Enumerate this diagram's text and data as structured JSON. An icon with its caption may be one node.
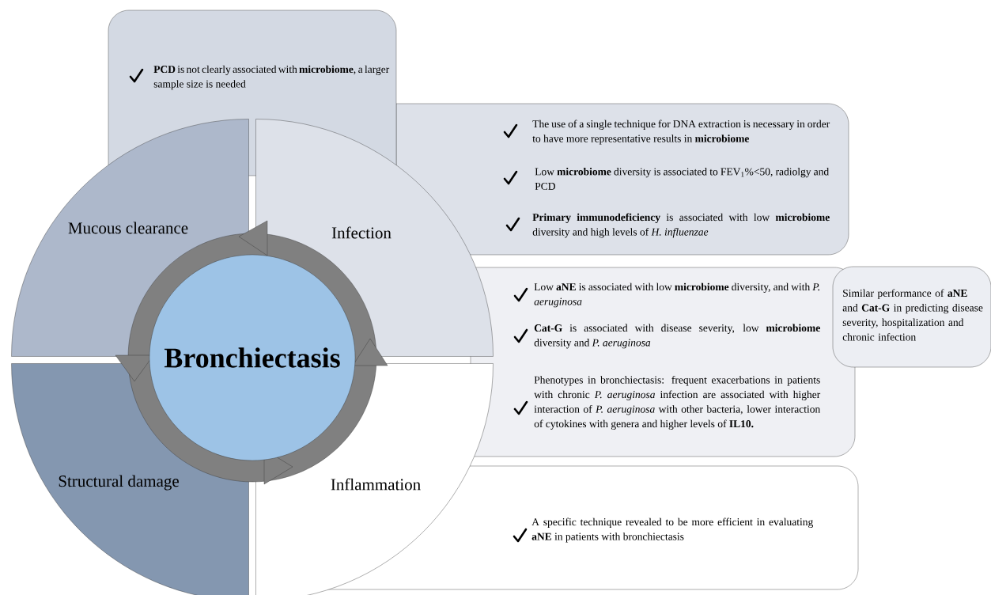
{
  "diagram": {
    "nodes": [
      {
        "text": [
          "**PCD** is not clearly associated with **microbiome**, a larger sample size is needed"
        ]
      },
      {
        "text": [
          "Mucous clearance"
        ]
      },
      {
        "text": [
          "Infection"
        ]
      },
      {
        "text": [
          "The use of a single technique for DNA extraction is necessary in order to have more representative results in **microbiome**",
          "Low **microbiome** diversity is associated to FEV$_{1}$%<50, radiolgy and PCD",
          "**Primary immunodeficiency** is associated with low **microbiome** diversity and high levels of *H. influenzae*"
        ]
      },
      {
        "text": [
          "Bronchiectasis"
        ]
      },
      {
        "text": [
          "Low **aNE** is associated with low **microbiome** diversity, and with *P. aeruginosa*",
          "**Cat-G** is associated with disease severity, low **microbiome** diversity and *P. aeruginosa*",
          "Phenotypes in bronchiectasis: frequent exacerbations in patients with chronic *P. aeruginosa* infection are associated with higher interaction of *P. aeruginosa* with other bacteria, lower interaction of cytokines with genera and higher levels of **IL10.**"
        ]
      },
      {
        "text": [
          "Similar performance of **aNE** and **Cat-G** in predicting disease severity, hospitalization and chronic infection"
        ]
      },
      {
        "text": [
          "Structural damage"
        ]
      },
      {
        "text": [
          "Inflammation"
        ]
      },
      {
        "text": [
          "A specific technique revealed to be more efficient in evaluating **aNE** in patients with bronchiectasis"
        ]
      }
    ]
  }
}
